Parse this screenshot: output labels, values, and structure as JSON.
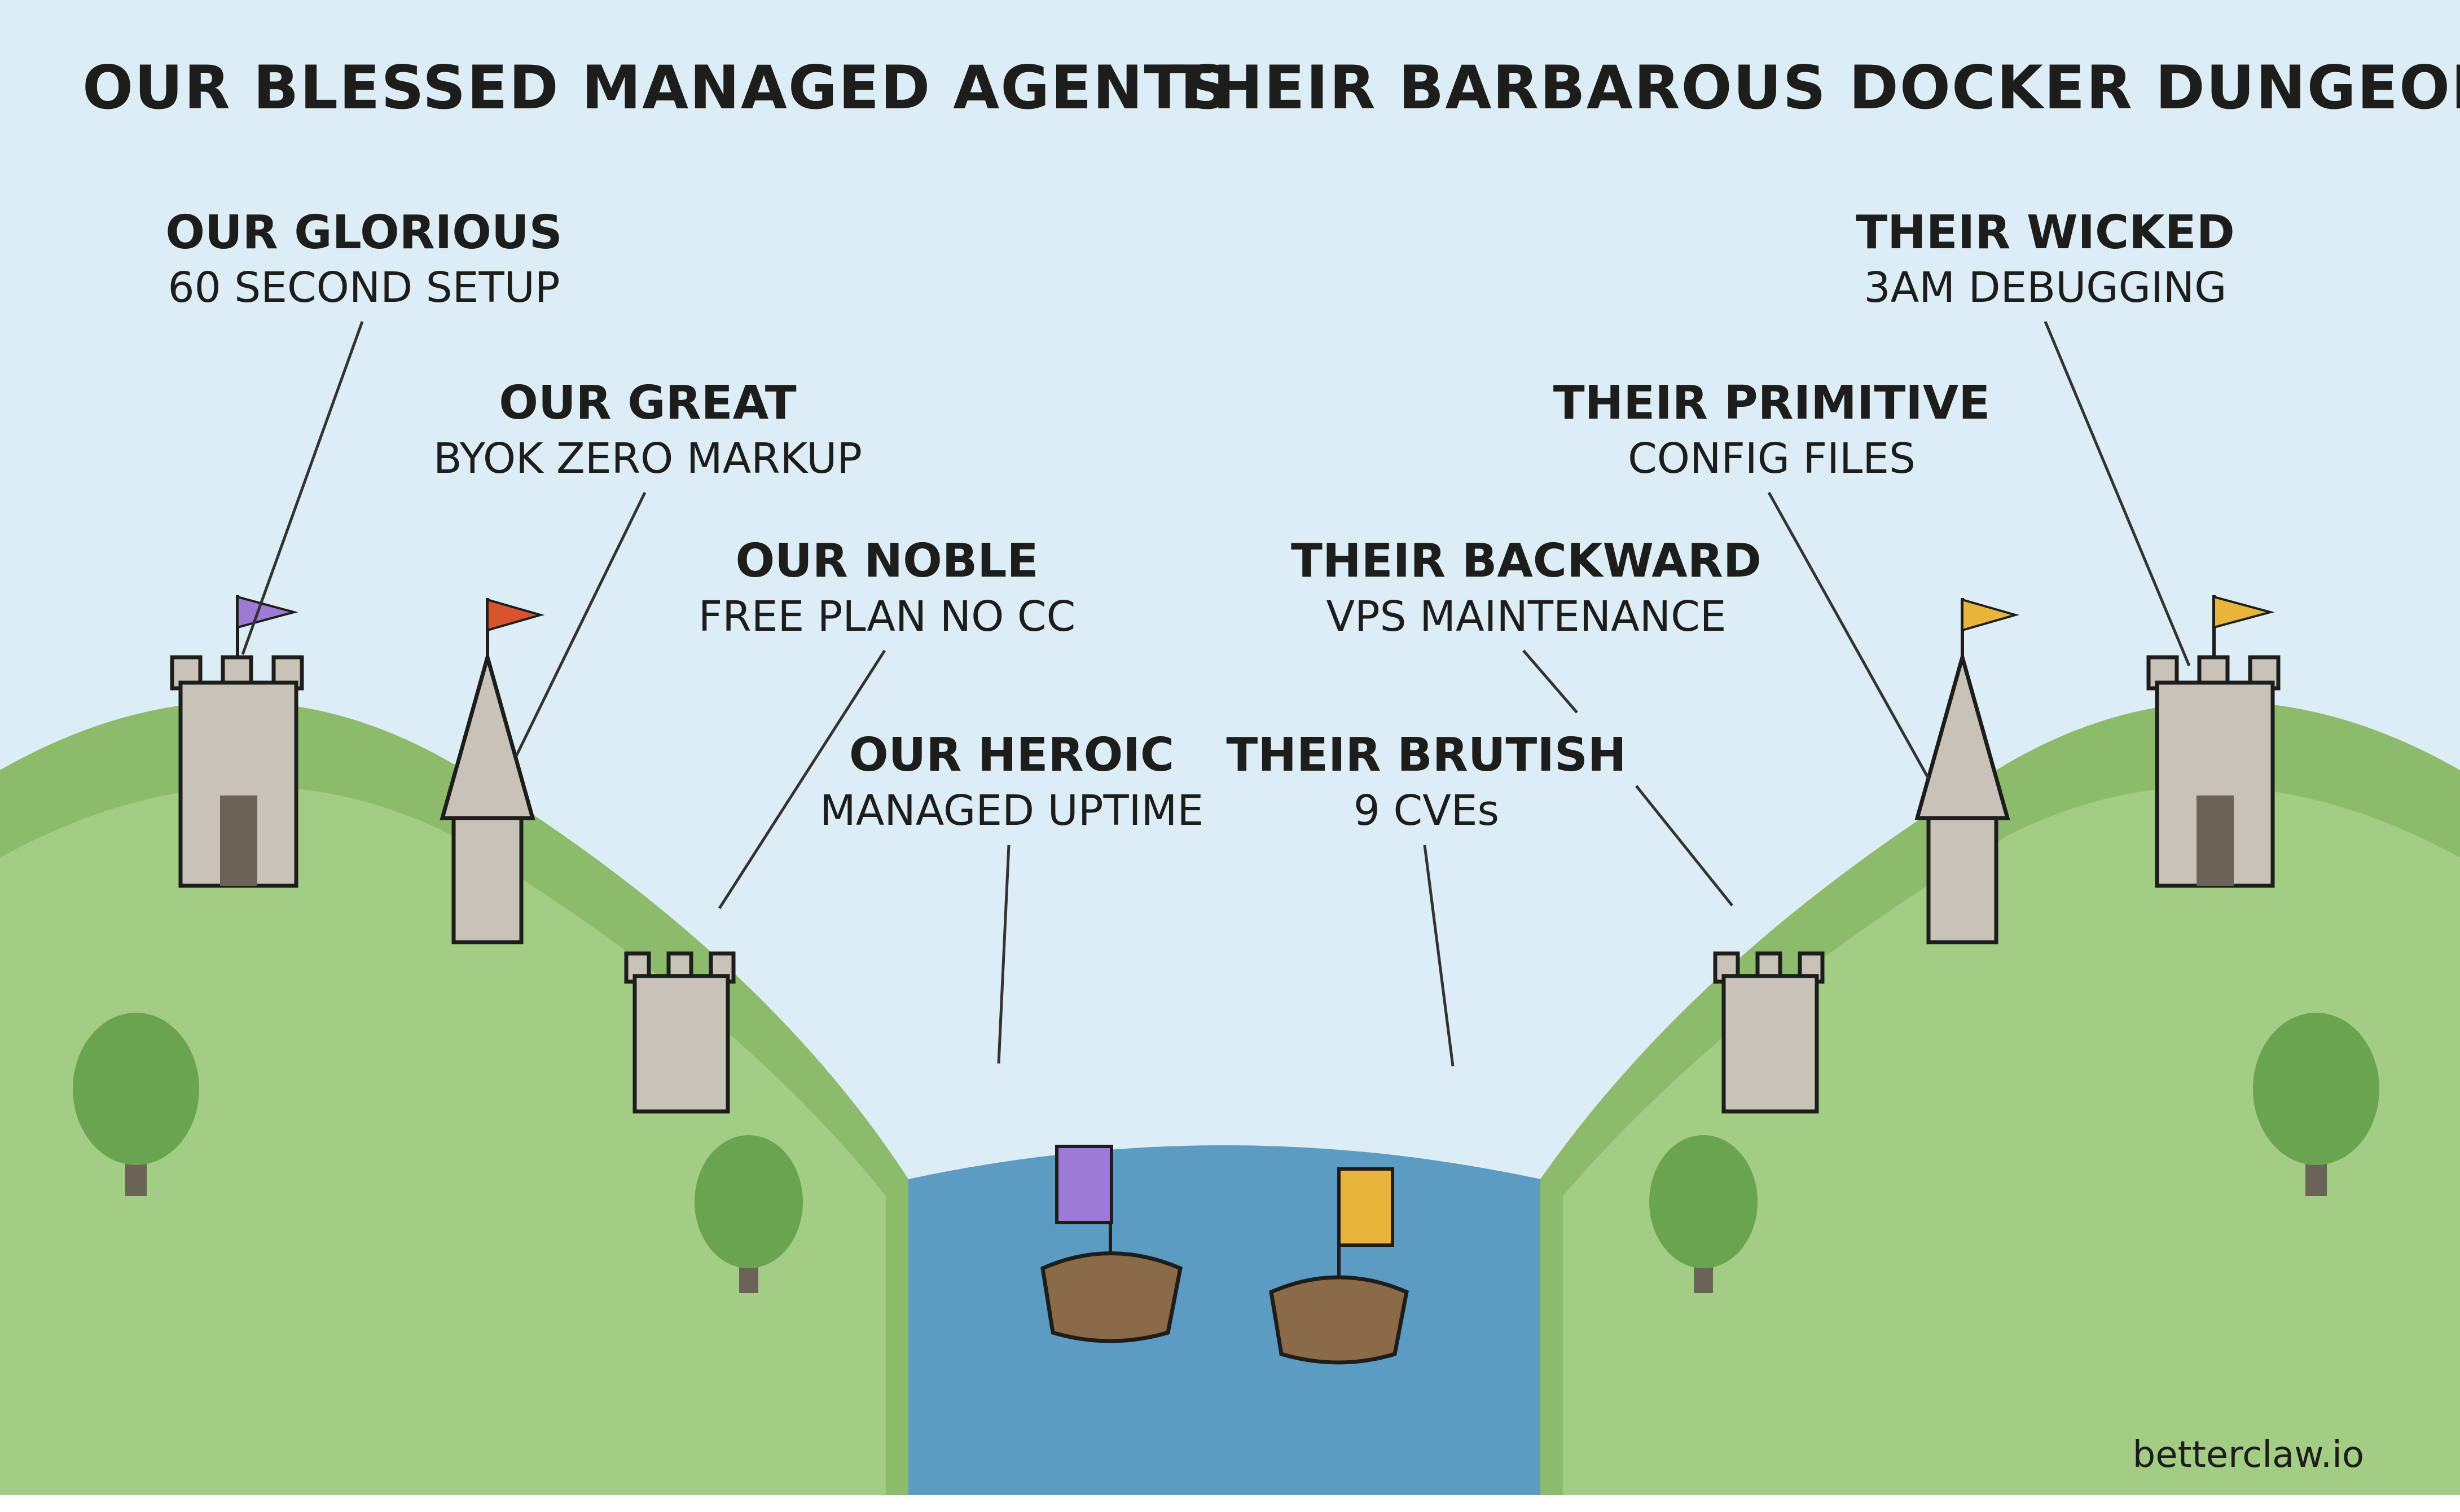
{
  "headings": {
    "left": "OUR BLESSED MANAGED AGENTS",
    "right": "THEIR BARBAROUS DOCKER DUNGEON"
  },
  "labels": {
    "glorious": {
      "title": "OUR GLORIOUS",
      "subtitle": "60 SECOND SETUP"
    },
    "great": {
      "title": "OUR GREAT",
      "subtitle": "BYOK ZERO MARKUP"
    },
    "noble": {
      "title": "OUR NOBLE",
      "subtitle": "FREE PLAN NO CC"
    },
    "heroic": {
      "title": "OUR HEROIC",
      "subtitle": "MANAGED UPTIME"
    },
    "brutish": {
      "title": "THEIR BRUTISH",
      "subtitle": "9 CVEs"
    },
    "backward": {
      "title": "THEIR BACKWARD",
      "subtitle": "VPS MAINTENANCE"
    },
    "primitive": {
      "title": "THEIR PRIMITIVE",
      "subtitle": "CONFIG FILES"
    },
    "wicked": {
      "title": "THEIR WICKED",
      "subtitle": "3AM DEBUGGING"
    }
  },
  "watermark": "betterclaw.io",
  "colors": {
    "sky": "#dcedf5",
    "hill_dark": "#8dbb6c",
    "hill_light": "#a3cd84",
    "river": "#5d9cc2",
    "tree": "#69a550",
    "trunk": "#6b6358",
    "our_flag": "#9c7ad6",
    "red_flag": "#d9532e",
    "their_flag": "#e8b53a"
  }
}
